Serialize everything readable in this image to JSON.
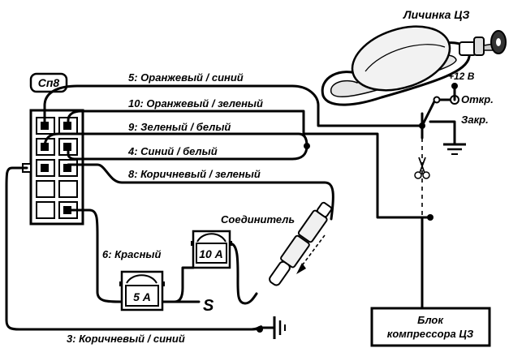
{
  "labels": {
    "lock_cylinder": "Личинка ЦЗ",
    "connector_id": "Сп8",
    "plus12v": "+12 В",
    "open": "Откр.",
    "close": "Закр.",
    "connector": "Соединитель",
    "compressor_line1": "Блок",
    "compressor_line2": "компрессора ЦЗ"
  },
  "wires": {
    "w5": "5: Оранжевый / синий",
    "w10": "10: Оранжевый / зеленый",
    "w9": "9: Зеленый / белый",
    "w4": "4: Синий / белый",
    "w8": "8: Коричневый / зеленый",
    "w6": "6: Красный",
    "w3": "3: Коричневый / синий"
  },
  "fuses": {
    "fuse_10": "10 А",
    "fuse_5": "5 А"
  },
  "symbols": {
    "switch_output": "S"
  }
}
